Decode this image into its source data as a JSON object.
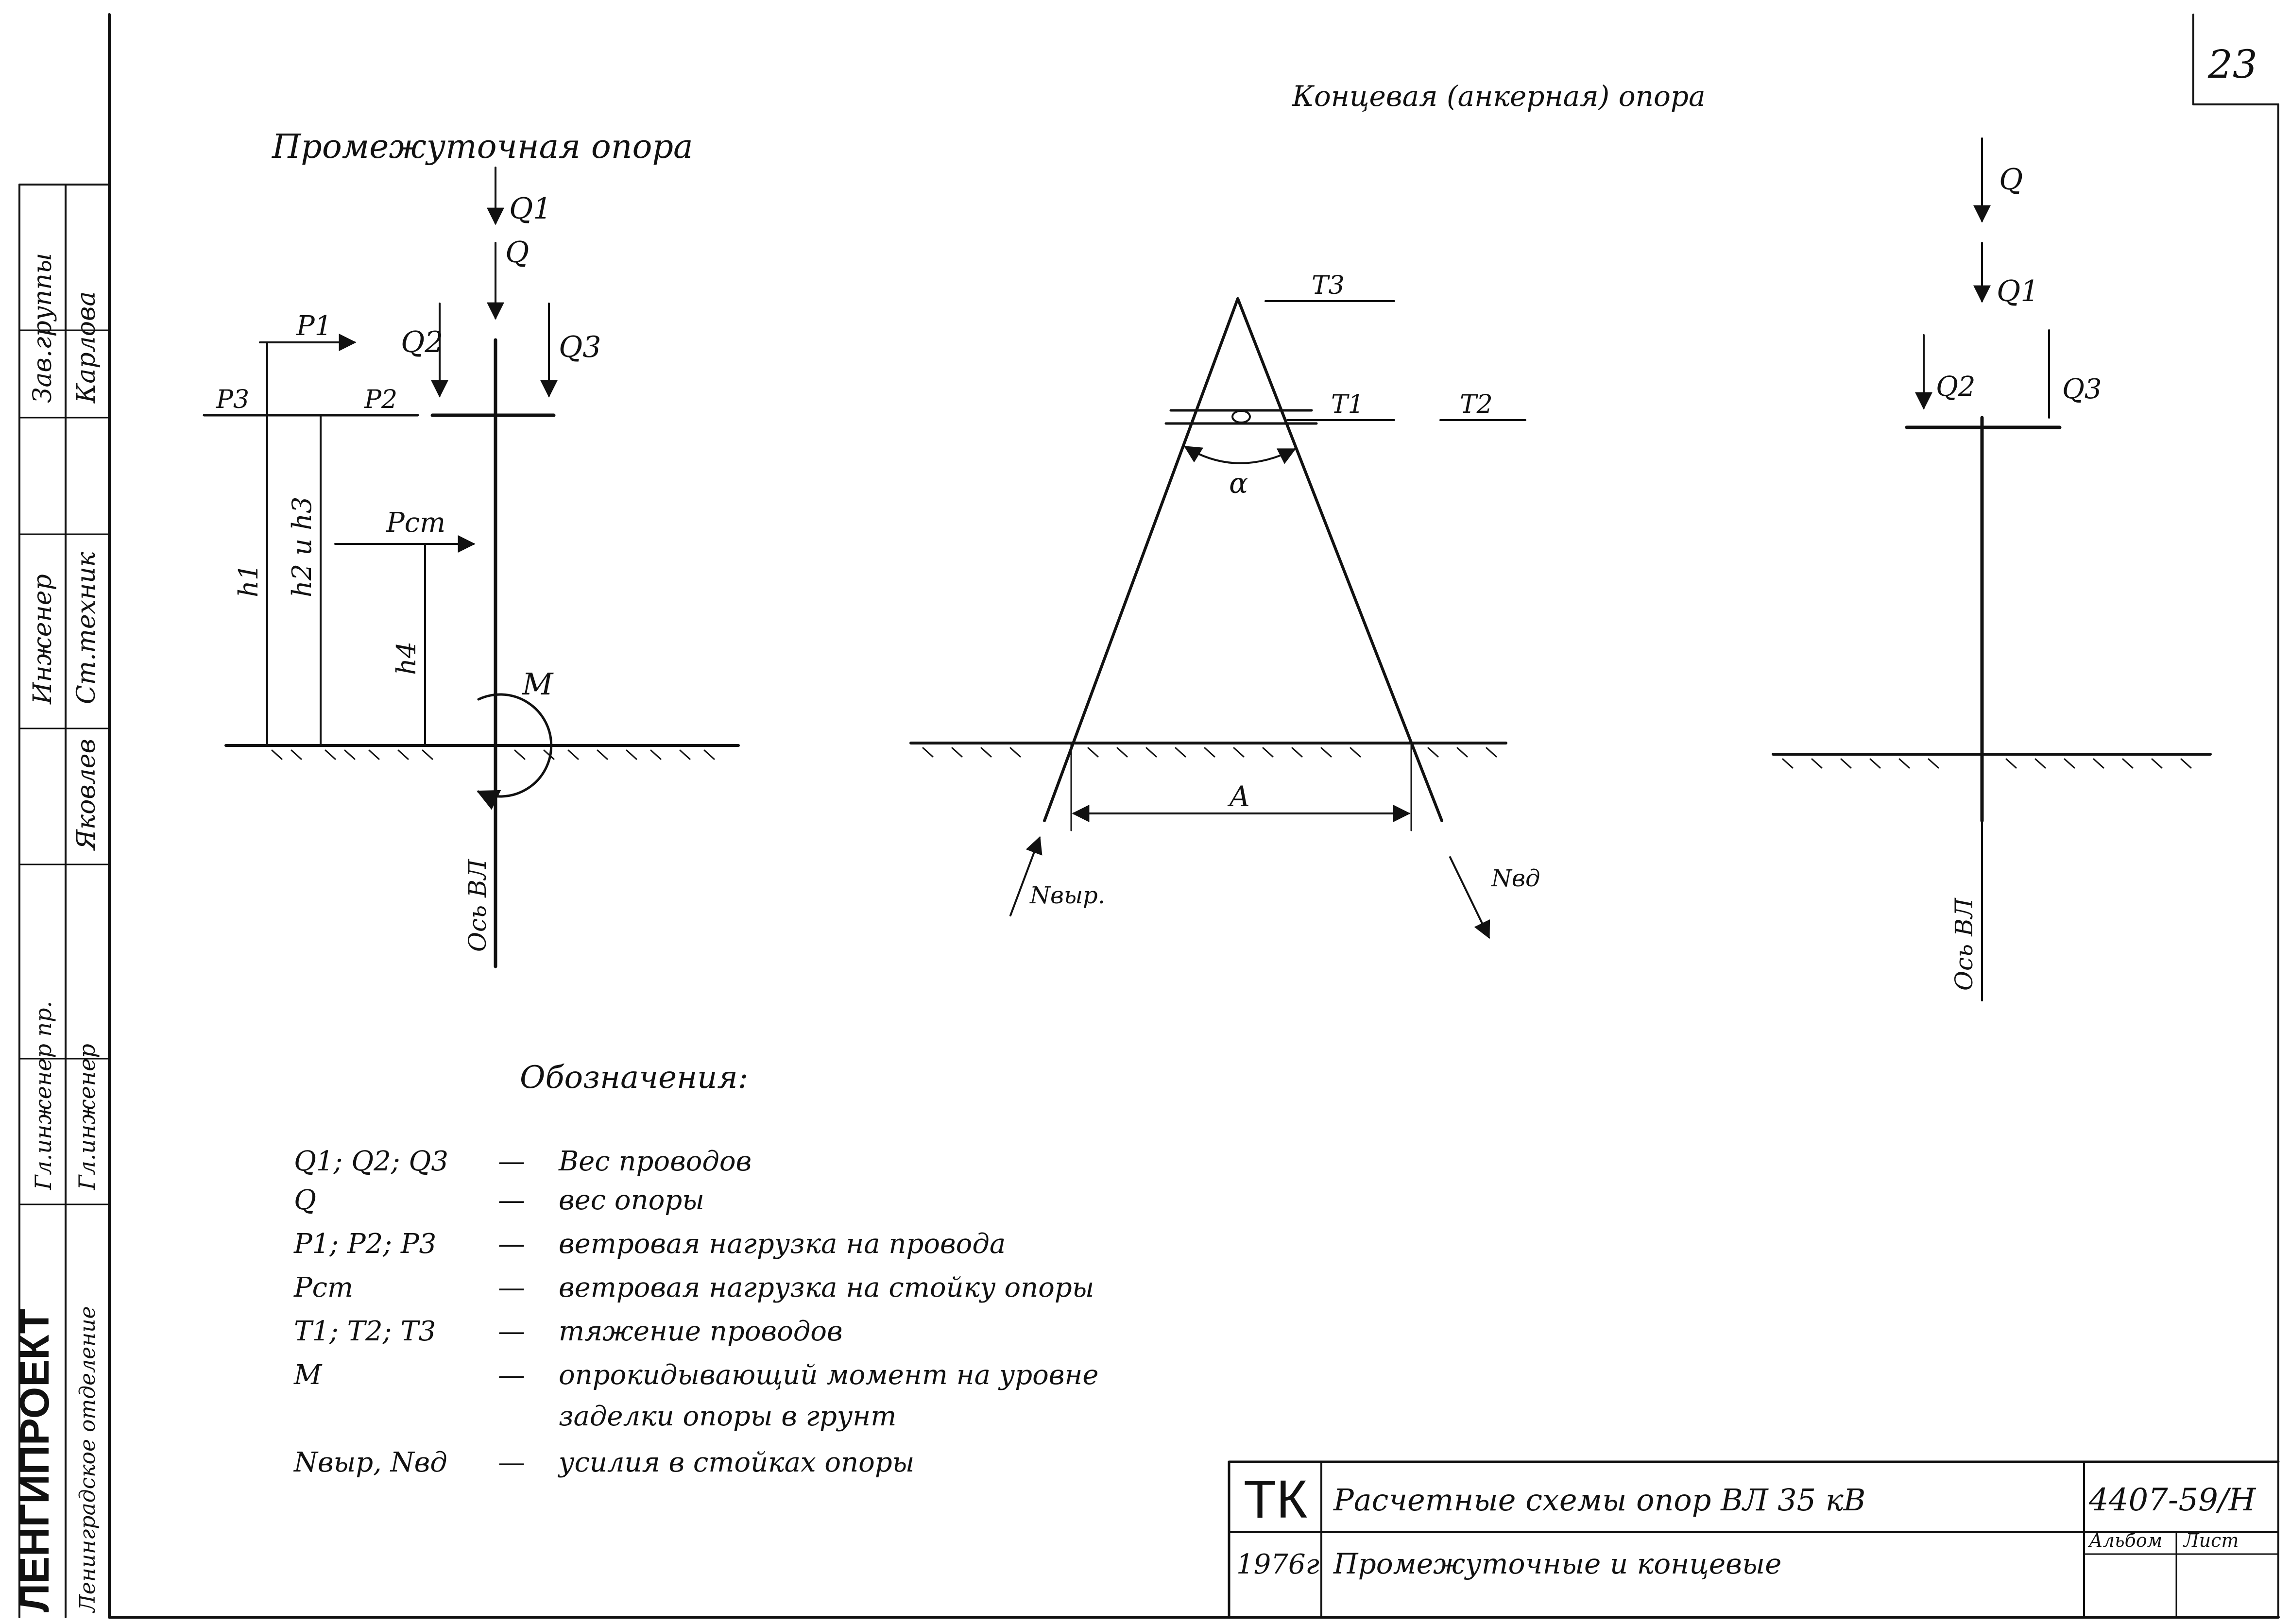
{
  "sheet": {
    "page_number": "23",
    "stamp_code": "ТК",
    "year": "1976г",
    "title_line1": "Расчетные схемы опор ВЛ 35 кВ",
    "title_line2": "Промежуточные и концевые",
    "document_number": "4407-59/Н",
    "album_label": "Альбом",
    "sheet_label": "Лист"
  },
  "side_stamp": {
    "organization": "ЛЕНГИПРОЕКТ",
    "department": "Ленинградское отделение",
    "roles": [
      "Зав.группы",
      "Инженер",
      "Ст.техник",
      "Гл.инженер пр.",
      "Гл.инженер"
    ],
    "names": [
      "Карлова",
      "Яковлев"
    ]
  },
  "intermediate": {
    "title": "Промежуточная опора",
    "labels": {
      "q1": "Q1",
      "q": "Q",
      "q2": "Q2",
      "q3": "Q3",
      "p1": "P1",
      "p2": "P2",
      "p3": "P3",
      "pst": "Pст",
      "h1": "h1",
      "h2h3": "h2 и h3",
      "h4": "h4",
      "m": "М",
      "axis": "Ось ВЛ"
    }
  },
  "anchor": {
    "title": "Концевая (анкерная) опора",
    "labels": {
      "t3": "Т3",
      "t1": "Т1",
      "t2": "Т2",
      "alpha": "α",
      "a": "А",
      "nvyr": "Nвыр.",
      "nvd": "Nвд",
      "q": "Q",
      "q1": "Q1",
      "q2": "Q2",
      "q3": "Q3",
      "axis": "Ось ВЛ"
    }
  },
  "legend": {
    "title": "Обозначения:",
    "items": [
      {
        "symbol": "Q1; Q2; Q3",
        "dash": "—",
        "text": "Вес проводов"
      },
      {
        "symbol": "Q",
        "dash": "—",
        "text": "вес опоры"
      },
      {
        "symbol": "P1; P2; P3",
        "dash": "—",
        "text": "ветровая нагрузка на провода"
      },
      {
        "symbol": "Pст",
        "dash": "—",
        "text": "ветровая нагрузка на стойку опоры"
      },
      {
        "symbol": "T1; T2; T3",
        "dash": "—",
        "text": "тяжение проводов"
      },
      {
        "symbol": "М",
        "dash": "—",
        "text": "опрокидывающий момент на уровне"
      },
      {
        "symbol": "",
        "dash": "",
        "text": "заделки опоры в грунт"
      },
      {
        "symbol": "Nвыр, Nвд",
        "dash": "—",
        "text": "усилия в стойках опоры"
      }
    ]
  }
}
